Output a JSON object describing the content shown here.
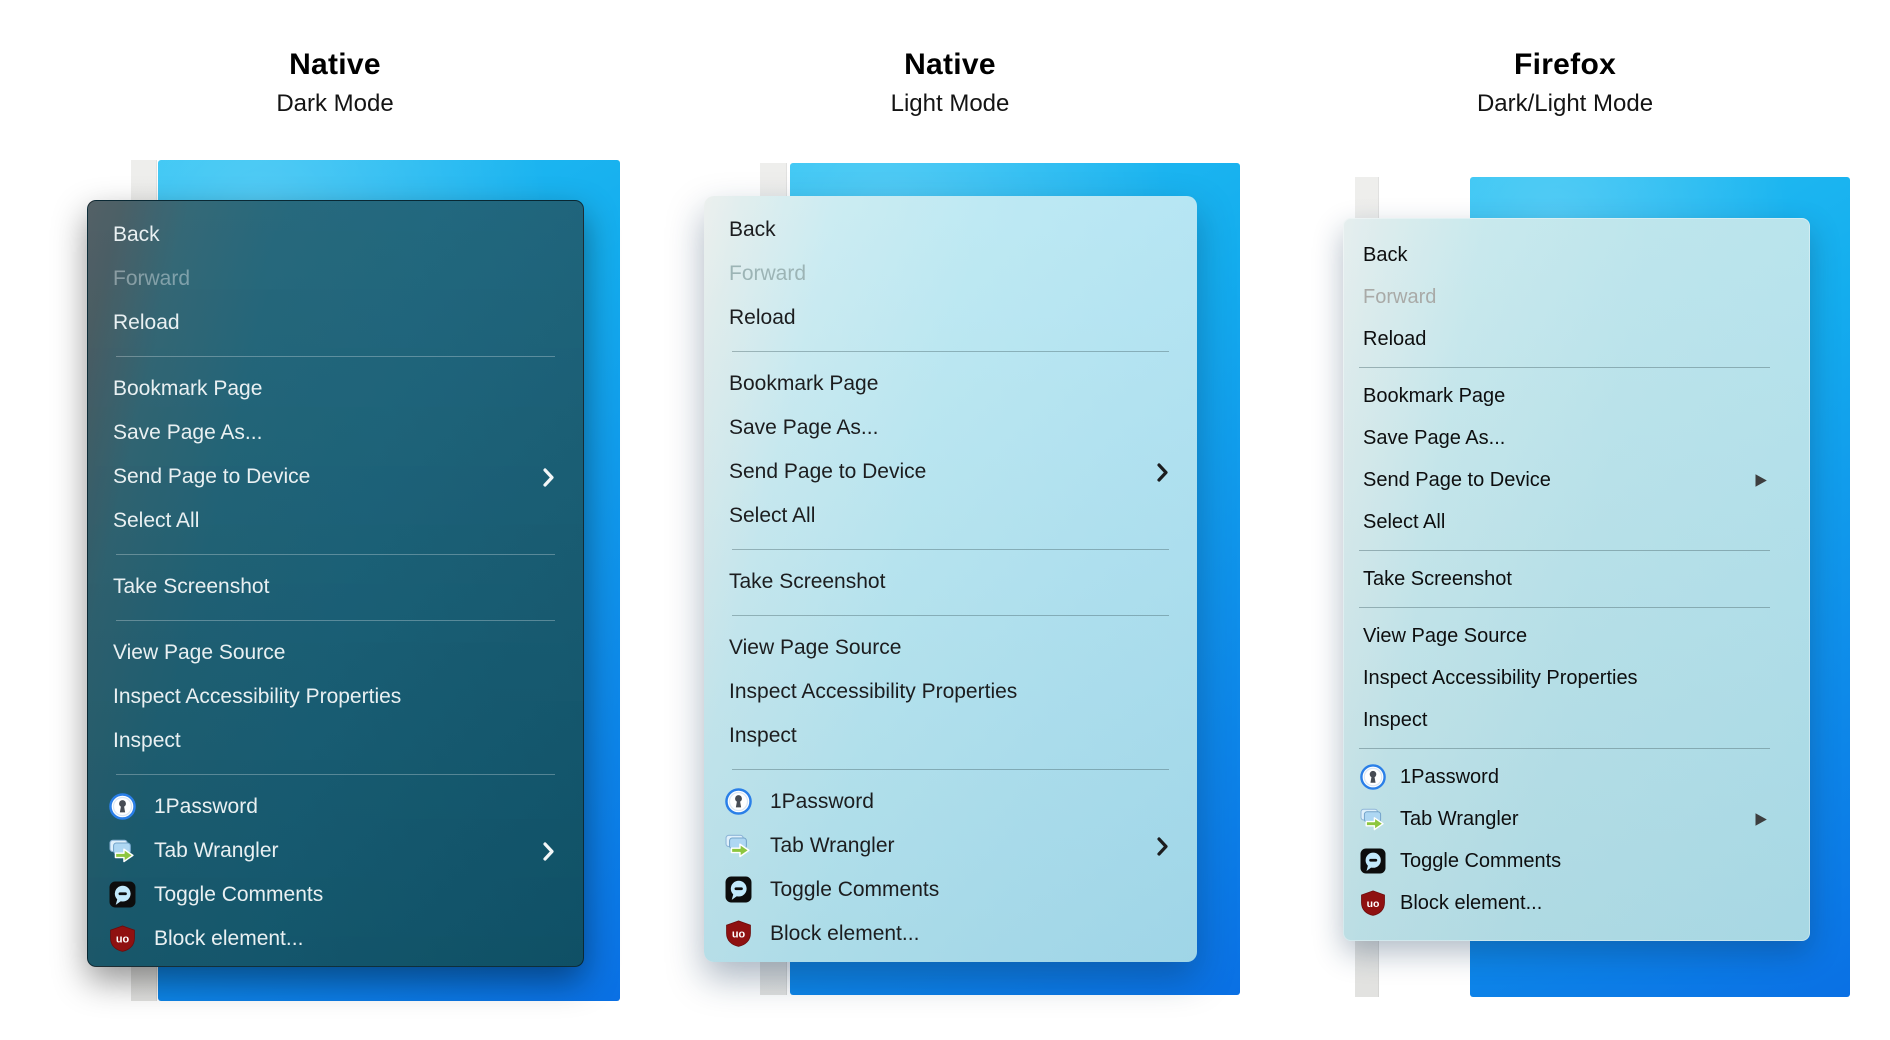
{
  "panels": [
    {
      "title": "Native",
      "subtitle": "Dark Mode",
      "menu_theme": "dark"
    },
    {
      "title": "Native",
      "subtitle": "Light Mode",
      "menu_theme": "light"
    },
    {
      "title": "Firefox",
      "subtitle": "Dark/Light Mode",
      "menu_theme": "firefox"
    }
  ],
  "menu_items": [
    {
      "slug": "back",
      "label": "Back"
    },
    {
      "slug": "forward",
      "label": "Forward",
      "disabled": true
    },
    {
      "slug": "reload",
      "label": "Reload"
    },
    {
      "type": "separator"
    },
    {
      "slug": "bookmark-page",
      "label": "Bookmark Page"
    },
    {
      "slug": "save-page-as",
      "label": "Save Page As..."
    },
    {
      "slug": "send-page-to-device",
      "label": "Send Page to Device",
      "submenu": true
    },
    {
      "slug": "select-all",
      "label": "Select All"
    },
    {
      "type": "separator"
    },
    {
      "slug": "take-screenshot",
      "label": "Take Screenshot"
    },
    {
      "type": "separator"
    },
    {
      "slug": "view-page-source",
      "label": "View Page Source"
    },
    {
      "slug": "inspect-accessibility-properties",
      "label": "Inspect Accessibility Properties"
    },
    {
      "slug": "inspect",
      "label": "Inspect"
    },
    {
      "type": "separator"
    },
    {
      "slug": "1password",
      "label": "1Password",
      "icon": "1password-icon"
    },
    {
      "slug": "tab-wrangler",
      "label": "Tab Wrangler",
      "icon": "tab-wrangler-icon",
      "submenu": true
    },
    {
      "slug": "toggle-comments",
      "label": "Toggle Comments",
      "icon": "toggle-comments-icon"
    },
    {
      "slug": "block-element",
      "label": "Block element...",
      "icon": "ublock-icon"
    }
  ],
  "colors": {
    "wallpaper_top": "#27c1f3",
    "wallpaper_bottom": "#0a70e4",
    "dark_menu_bg": "#135c74",
    "light_menu_bg": "#b7e7f2",
    "firefox_menu_bg": "#b8e3eb",
    "one_password_blue": "#2a7fe8",
    "tab_wrangler_green": "#8dc63f",
    "toggle_comments_bubble": "#c2e9fb",
    "ublock_red": "#8f1111"
  }
}
